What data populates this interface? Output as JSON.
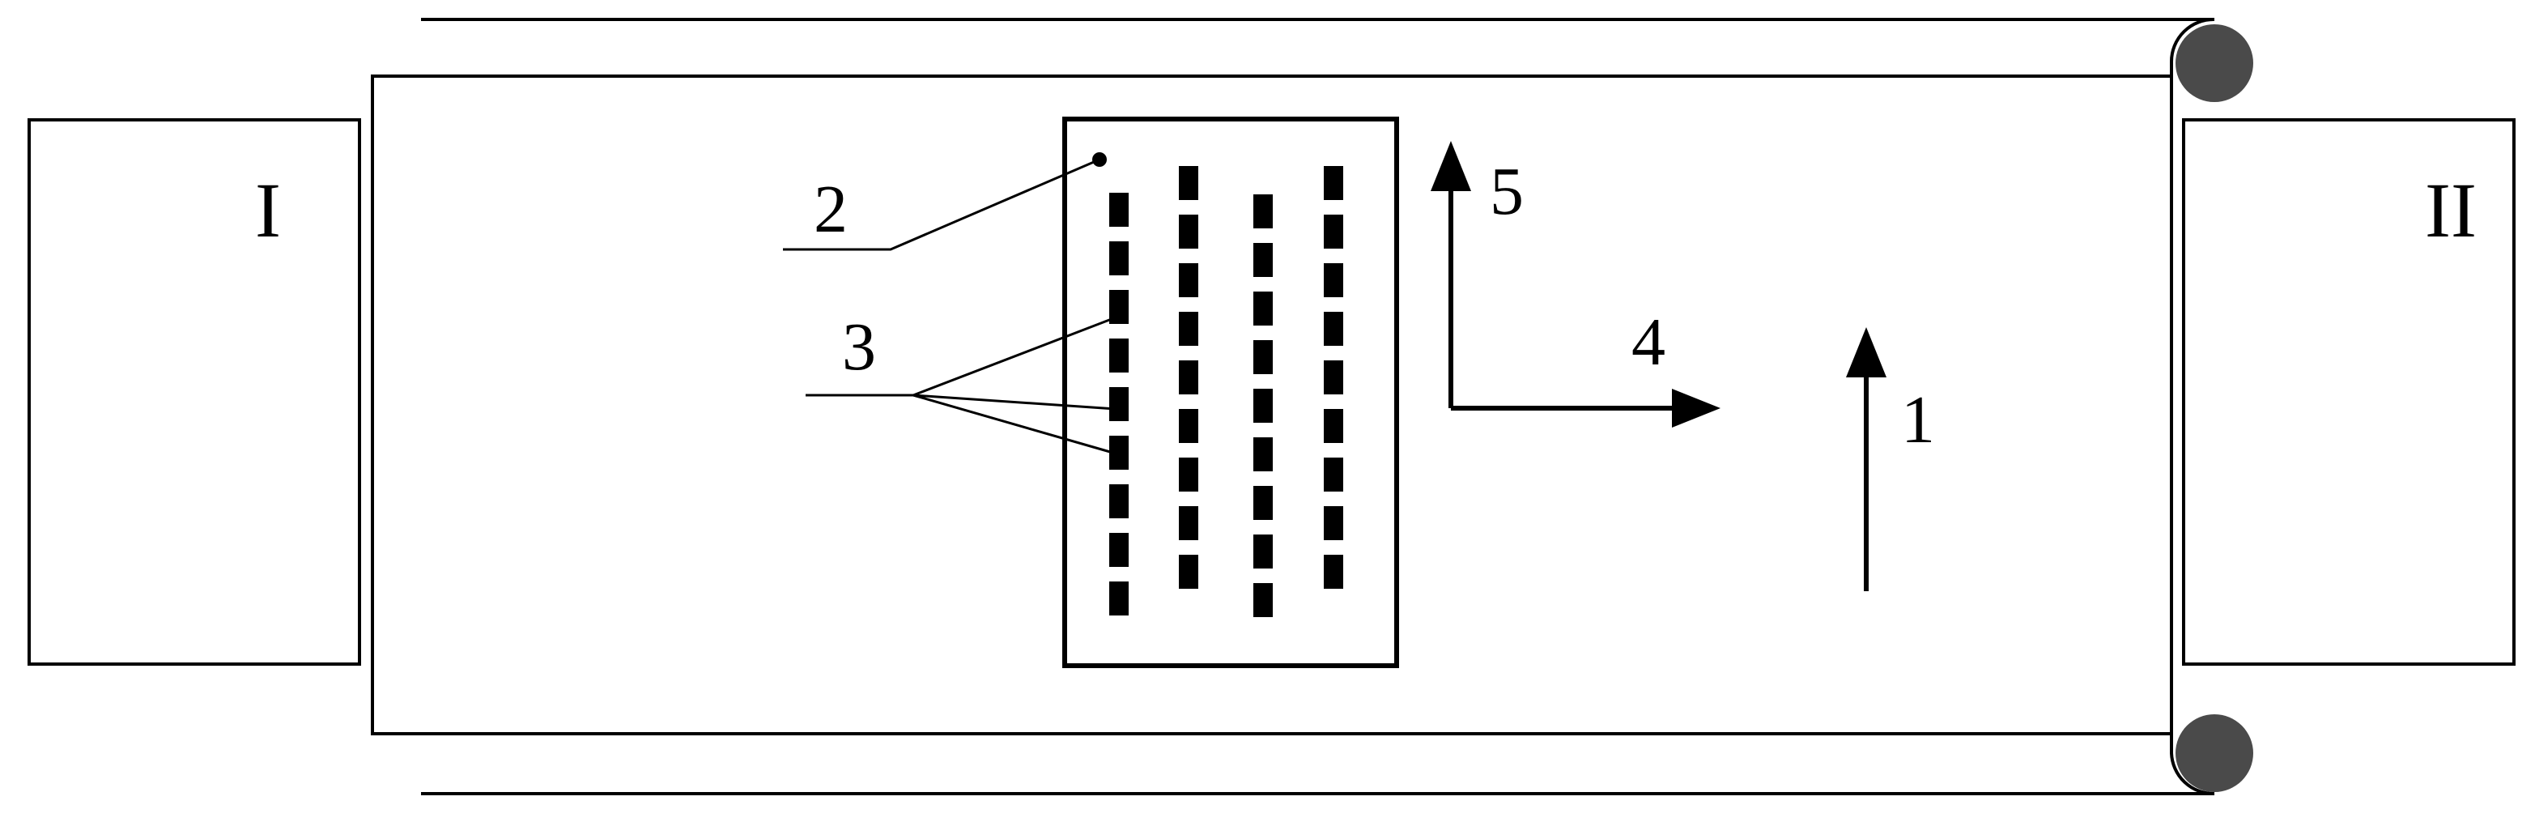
{
  "labels": {
    "block_left": "I",
    "block_right": "II",
    "part_2": "2",
    "part_3": "3",
    "arrow_1": "1",
    "arrow_4": "4",
    "arrow_5": "5"
  },
  "colors": {
    "line": "#000000",
    "roller": "#4a4a4a",
    "background": "#ffffff"
  },
  "icons": {
    "roller": "roller-circle-icon",
    "arrow": "arrow-head-icon"
  },
  "element_grid": {
    "columns": 4,
    "elements_per_column": [
      9,
      9,
      9,
      9
    ]
  }
}
